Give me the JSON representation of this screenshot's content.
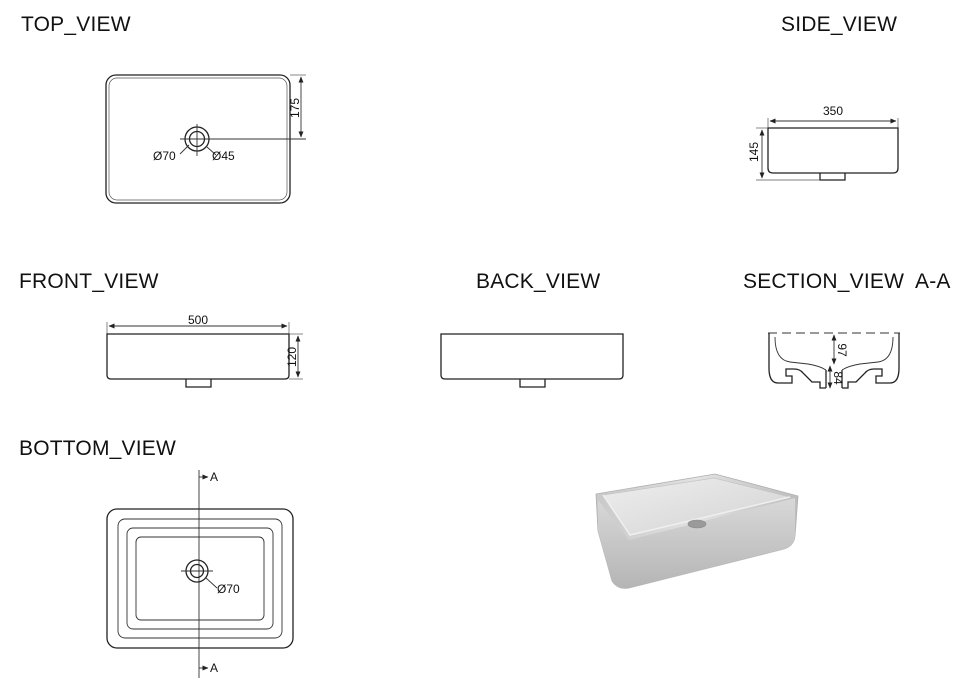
{
  "views": {
    "top": "TOP_VIEW",
    "side": "SIDE_VIEW",
    "front": "FRONT_VIEW",
    "back": "BACK_VIEW",
    "section": "SECTION_VIEW  A-A",
    "bottom": "BOTTOM_VIEW"
  },
  "dimensions": {
    "top_depth": "175",
    "top_outer_diameter": "Ø70",
    "top_inner_diameter": "Ø45",
    "side_width": "350",
    "side_height": "145",
    "front_width": "500",
    "front_height": "120",
    "section_depth": "97",
    "section_drain": "84",
    "bottom_diameter": "Ø70",
    "section_marker_top": "A",
    "section_marker_bottom": "A"
  }
}
